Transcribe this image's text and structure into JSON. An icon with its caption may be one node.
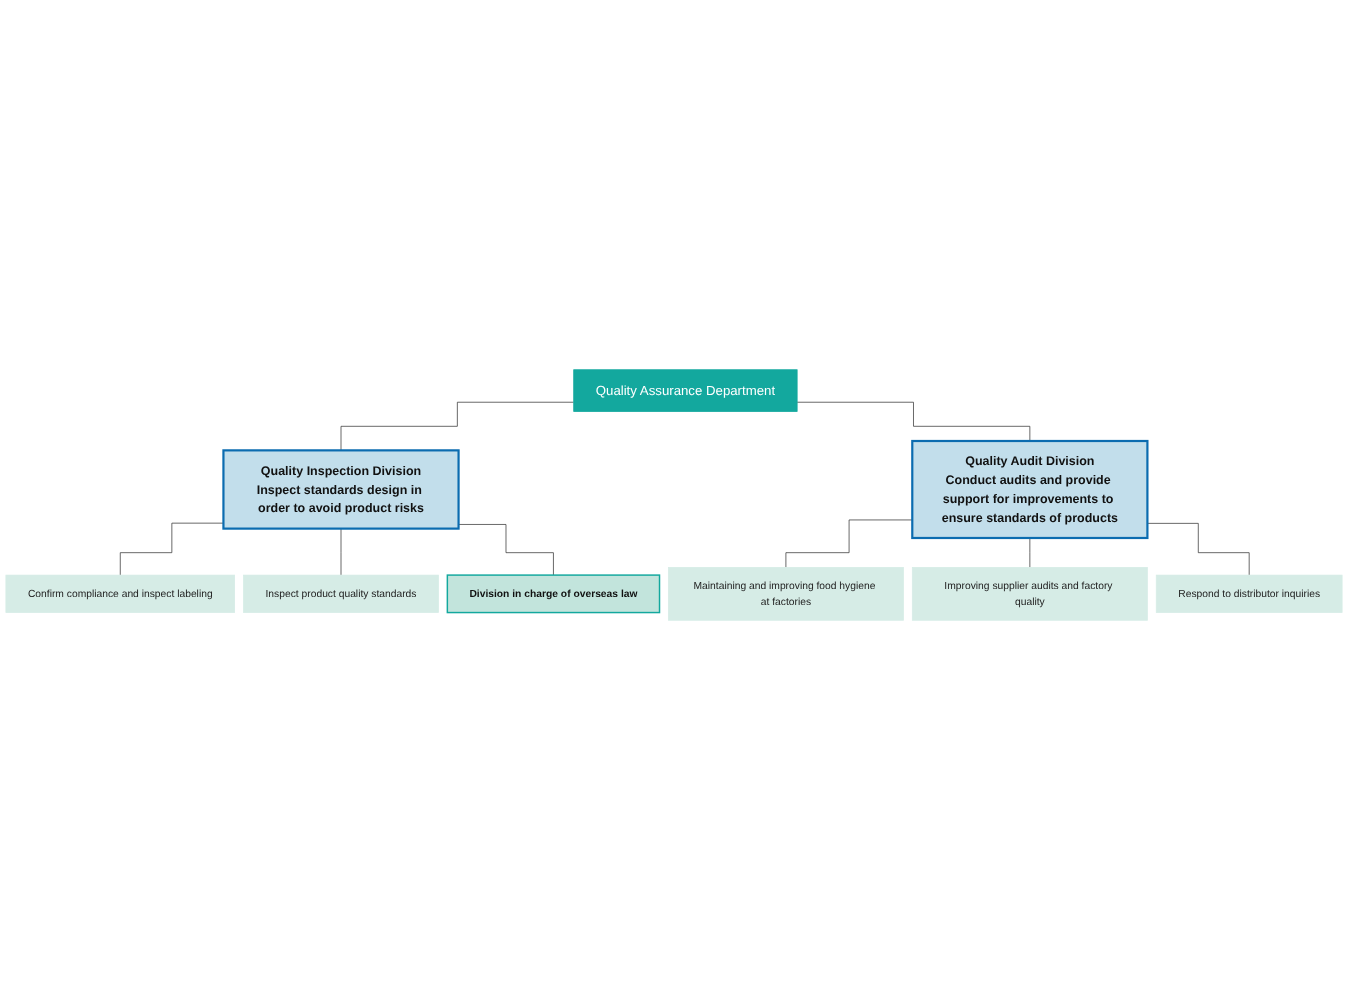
{
  "diagram": {
    "nodes": [
      {
        "text": [
          "Quality Assurance Department"
        ]
      },
      {
        "text": [
          "Quality Inspection Division",
          "Inspect standards design in order to avoid product risks"
        ]
      },
      {
        "text": [
          "Quality Audit Division",
          "Conduct audits and provide support for improvements to ensure standards of products"
        ]
      },
      {
        "text": [
          "Confirm compliance and inspect labeling"
        ]
      },
      {
        "text": [
          "Inspect product quality standards"
        ]
      },
      {
        "text": [
          "Division in charge of overseas law"
        ]
      },
      {
        "text": [
          "Maintaining and improving food hygiene at factories"
        ]
      },
      {
        "text": [
          "Improving supplier audits and factory quality"
        ]
      },
      {
        "text": [
          "Respond to distributor inquiries"
        ]
      }
    ],
    "edges": [
      {
        "from": 0,
        "to": 1,
        "arrow": "none"
      },
      {
        "from": 0,
        "to": 2,
        "arrow": "none"
      },
      {
        "from": 1,
        "to": 3,
        "arrow": "none"
      },
      {
        "from": 1,
        "to": 4,
        "arrow": "none"
      },
      {
        "from": 1,
        "to": 5,
        "arrow": "none"
      },
      {
        "from": 2,
        "to": 6,
        "arrow": "none"
      },
      {
        "from": 2,
        "to": 7,
        "arrow": "none"
      },
      {
        "from": 2,
        "to": 8,
        "arrow": "none"
      }
    ]
  }
}
